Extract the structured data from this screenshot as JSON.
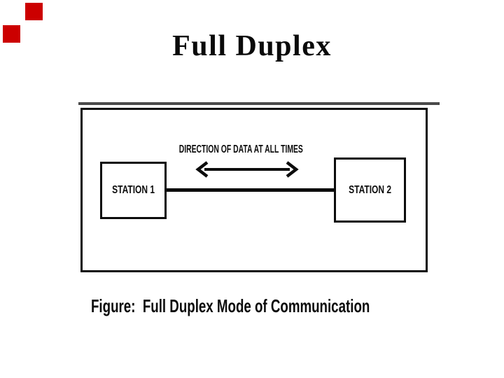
{
  "slide": {
    "title": "Full Duplex"
  },
  "figure": {
    "direction_label": "DIRECTION OF DATA AT ALL TIMES",
    "stations": [
      {
        "label": "STATION 1"
      },
      {
        "label": "STATION 2"
      }
    ],
    "caption": "Figure:  Full Duplex Mode of Communication"
  },
  "icons": {
    "double_arrow": "double-headed-arrow"
  },
  "colors": {
    "accent_red": "#cc0000",
    "ink_black": "#0c0c0c",
    "rule_gray": "#4a4a4a",
    "background": "#ffffff"
  }
}
